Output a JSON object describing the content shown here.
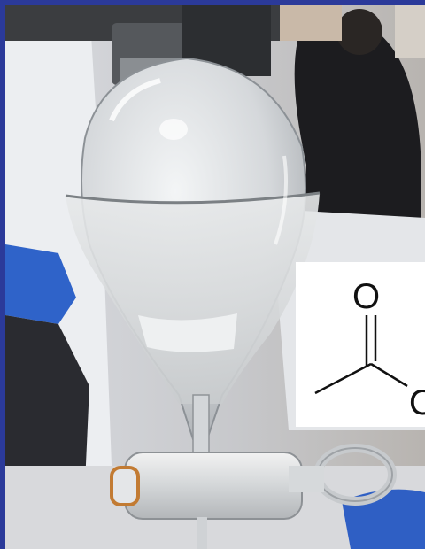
{
  "image": {
    "subject": "separatory-funnel-photo",
    "border_color": "#2b3a9a"
  },
  "inset": {
    "atom_top": "O",
    "atom_right": "O"
  }
}
